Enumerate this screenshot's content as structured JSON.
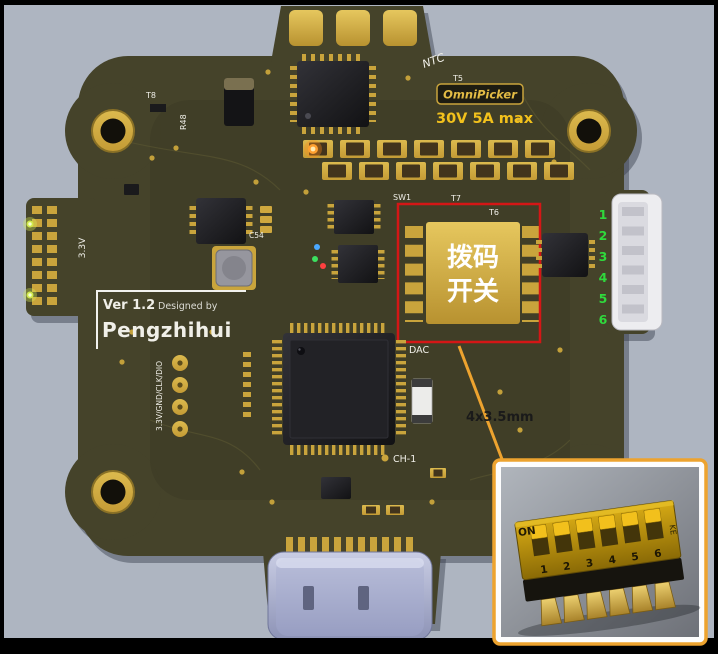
{
  "colors": {
    "background": "#aeb5c1",
    "frame": "#000000",
    "pcb_soldermask": "#45432a",
    "gold_pad": "#cfa83e",
    "annotation_red": "#d41616",
    "callout_orange": "#eda32f",
    "pin_number_green": "#2fd93c",
    "silkscreen_white": "#f0efe8",
    "rating_yellow": "#f2c11c"
  },
  "board": {
    "silkscreen": {
      "ntc": "NTC",
      "t5": "T5",
      "t6": "T6",
      "t7": "T7",
      "t8": "T8",
      "r48": "R48",
      "c54": "C54",
      "sw1": "SW1",
      "dac": "DAC",
      "ch1": "CH-1",
      "v33": "3.3V",
      "debug_pads": "3.3V/GND/CLK/DIO",
      "version": "Ver 1.2",
      "designed_by": "Designed by",
      "author": "Pengzhihui"
    },
    "badge": {
      "brand": "OmniPicker",
      "rating": "30V 5A max"
    },
    "connector_pin_numbers": [
      "1",
      "2",
      "3",
      "4",
      "5",
      "6"
    ]
  },
  "annotation": {
    "dip_switch_line1": "拨码",
    "dip_switch_line2": "开关",
    "dimension_label": "4x3.5mm"
  },
  "inset": {
    "switch_on_label": "ON",
    "switch_brand": "KE",
    "switch_numbers": [
      "1",
      "2",
      "3",
      "4",
      "5",
      "6"
    ]
  }
}
